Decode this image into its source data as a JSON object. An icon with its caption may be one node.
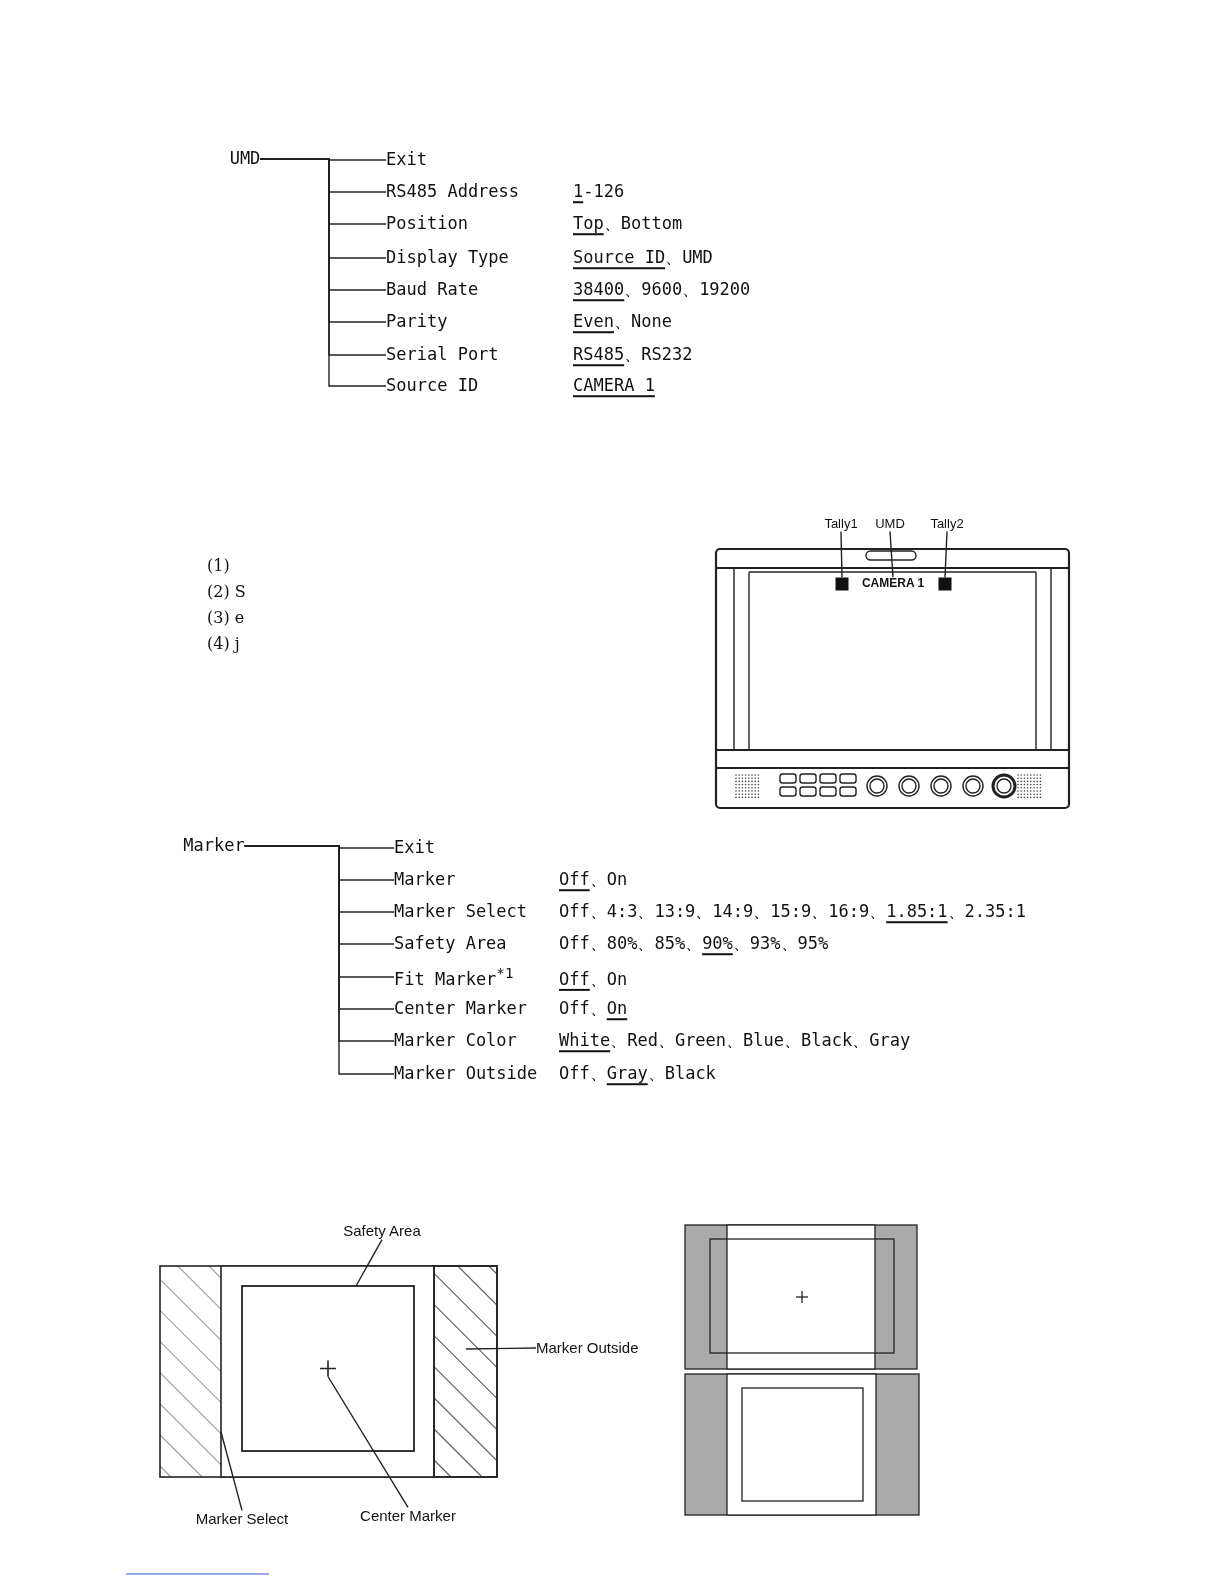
{
  "diagram": {
    "nodes": [
      {
        "text": [
          "UMD"
        ]
      },
      {
        "text": [
          "Exit"
        ]
      },
      {
        "text": [
          "RS485 Address"
        ],
        "beside": [
          "1-126"
        ]
      },
      {
        "text": [
          "Position"
        ],
        "beside": [
          "Top、Bottom"
        ]
      },
      {
        "text": [
          "Display Type"
        ],
        "beside": [
          "Source ID、UMD"
        ]
      },
      {
        "text": [
          "Baud Rate"
        ],
        "beside": [
          "38400、9600、19200"
        ]
      },
      {
        "text": [
          "Parity"
        ],
        "beside": [
          "Even、None"
        ]
      },
      {
        "text": [
          "Serial Port"
        ],
        "beside": [
          "RS485、RS232"
        ]
      },
      {
        "text": [
          "Source ID"
        ],
        "beside": [
          "CAMERA 1"
        ]
      },
      {
        "text": [
          "Marker"
        ]
      },
      {
        "text": [
          "Exit"
        ]
      },
      {
        "text": [
          "Marker"
        ],
        "beside": [
          "Off、On"
        ]
      },
      {
        "text": [
          "Marker Select"
        ],
        "beside": [
          "Off、4:3、13:9、14:9、15:9、16:9、1.85:1、2.35:1"
        ]
      },
      {
        "text": [
          "Safety Area"
        ],
        "beside": [
          "Off、80%、85%、90%、93%、95%"
        ]
      },
      {
        "text": [
          "Fit Marker$^{*1}$"
        ],
        "beside": [
          "Off、On"
        ]
      },
      {
        "text": [
          "Center Marker"
        ],
        "beside": [
          "Off、On"
        ]
      },
      {
        "text": [
          "Marker Color"
        ],
        "beside": [
          "White、Red、Green、Blue、Black、Gray"
        ]
      },
      {
        "text": [
          "Marker Outside"
        ],
        "beside": [
          "Off、Gray、Black"
        ]
      },
      {
        "text": [
          "Tally1"
        ]
      },
      {
        "text": [],
        "shape": "box"
      },
      {
        "text": [
          "UMD"
        ]
      },
      {
        "text": [
          "CAMERA 1"
        ]
      },
      {
        "text": [
          "Tally2"
        ]
      },
      {
        "text": [],
        "shape": "box"
      },
      {
        "text": [
          "Safety Area"
        ]
      },
      {
        "text": [],
        "shape": "box"
      },
      {
        "text": [
          "Marker Outside"
        ]
      },
      {
        "text": [],
        "shape": "box"
      },
      {
        "text": [
          "Marker Select"
        ]
      },
      {
        "text": [
          "Center Marker"
        ]
      },
      {
        "text": [],
        "shape": "cross",
        "in": 25
      }
    ],
    "edges": [
      {
        "from": 0,
        "to": 1,
        "arrow": "none"
      },
      {
        "from": 0,
        "to": 2,
        "arrow": "none"
      },
      {
        "from": 0,
        "to": 3,
        "arrow": "none"
      },
      {
        "from": 0,
        "to": 4,
        "arrow": "none"
      },
      {
        "from": 0,
        "to": 5,
        "arrow": "none"
      },
      {
        "from": 0,
        "to": 6,
        "arrow": "none"
      },
      {
        "from": 0,
        "to": 7,
        "arrow": "none"
      },
      {
        "from": 0,
        "to": 8,
        "arrow": "none"
      },
      {
        "from": 9,
        "to": 10,
        "arrow": "none"
      },
      {
        "from": 9,
        "to": 11,
        "arrow": "none"
      },
      {
        "from": 9,
        "to": 12,
        "arrow": "none"
      },
      {
        "from": 9,
        "to": 13,
        "arrow": "none"
      },
      {
        "from": 9,
        "to": 14,
        "arrow": "none"
      },
      {
        "from": 9,
        "to": 15,
        "arrow": "none"
      },
      {
        "from": 9,
        "to": 16,
        "arrow": "none"
      },
      {
        "from": 9,
        "to": 17,
        "arrow": "none"
      },
      {
        "from": 18,
        "to": 19,
        "arrow": "none"
      },
      {
        "from": 20,
        "to": 21,
        "arrow": "none"
      },
      {
        "from": 22,
        "to": 23,
        "arrow": "none"
      },
      {
        "from": 24,
        "to": 25,
        "arrow": "none"
      },
      {
        "from": 26,
        "to": 27,
        "arrow": "none"
      },
      {
        "from": 28,
        "to": null,
        "arrow": "none"
      },
      {
        "from": 29,
        "to": 30,
        "arrow": "none"
      }
    ],
    "labels": [
      "(1)",
      "(2) S",
      "(3) e",
      "(4) j"
    ]
  }
}
